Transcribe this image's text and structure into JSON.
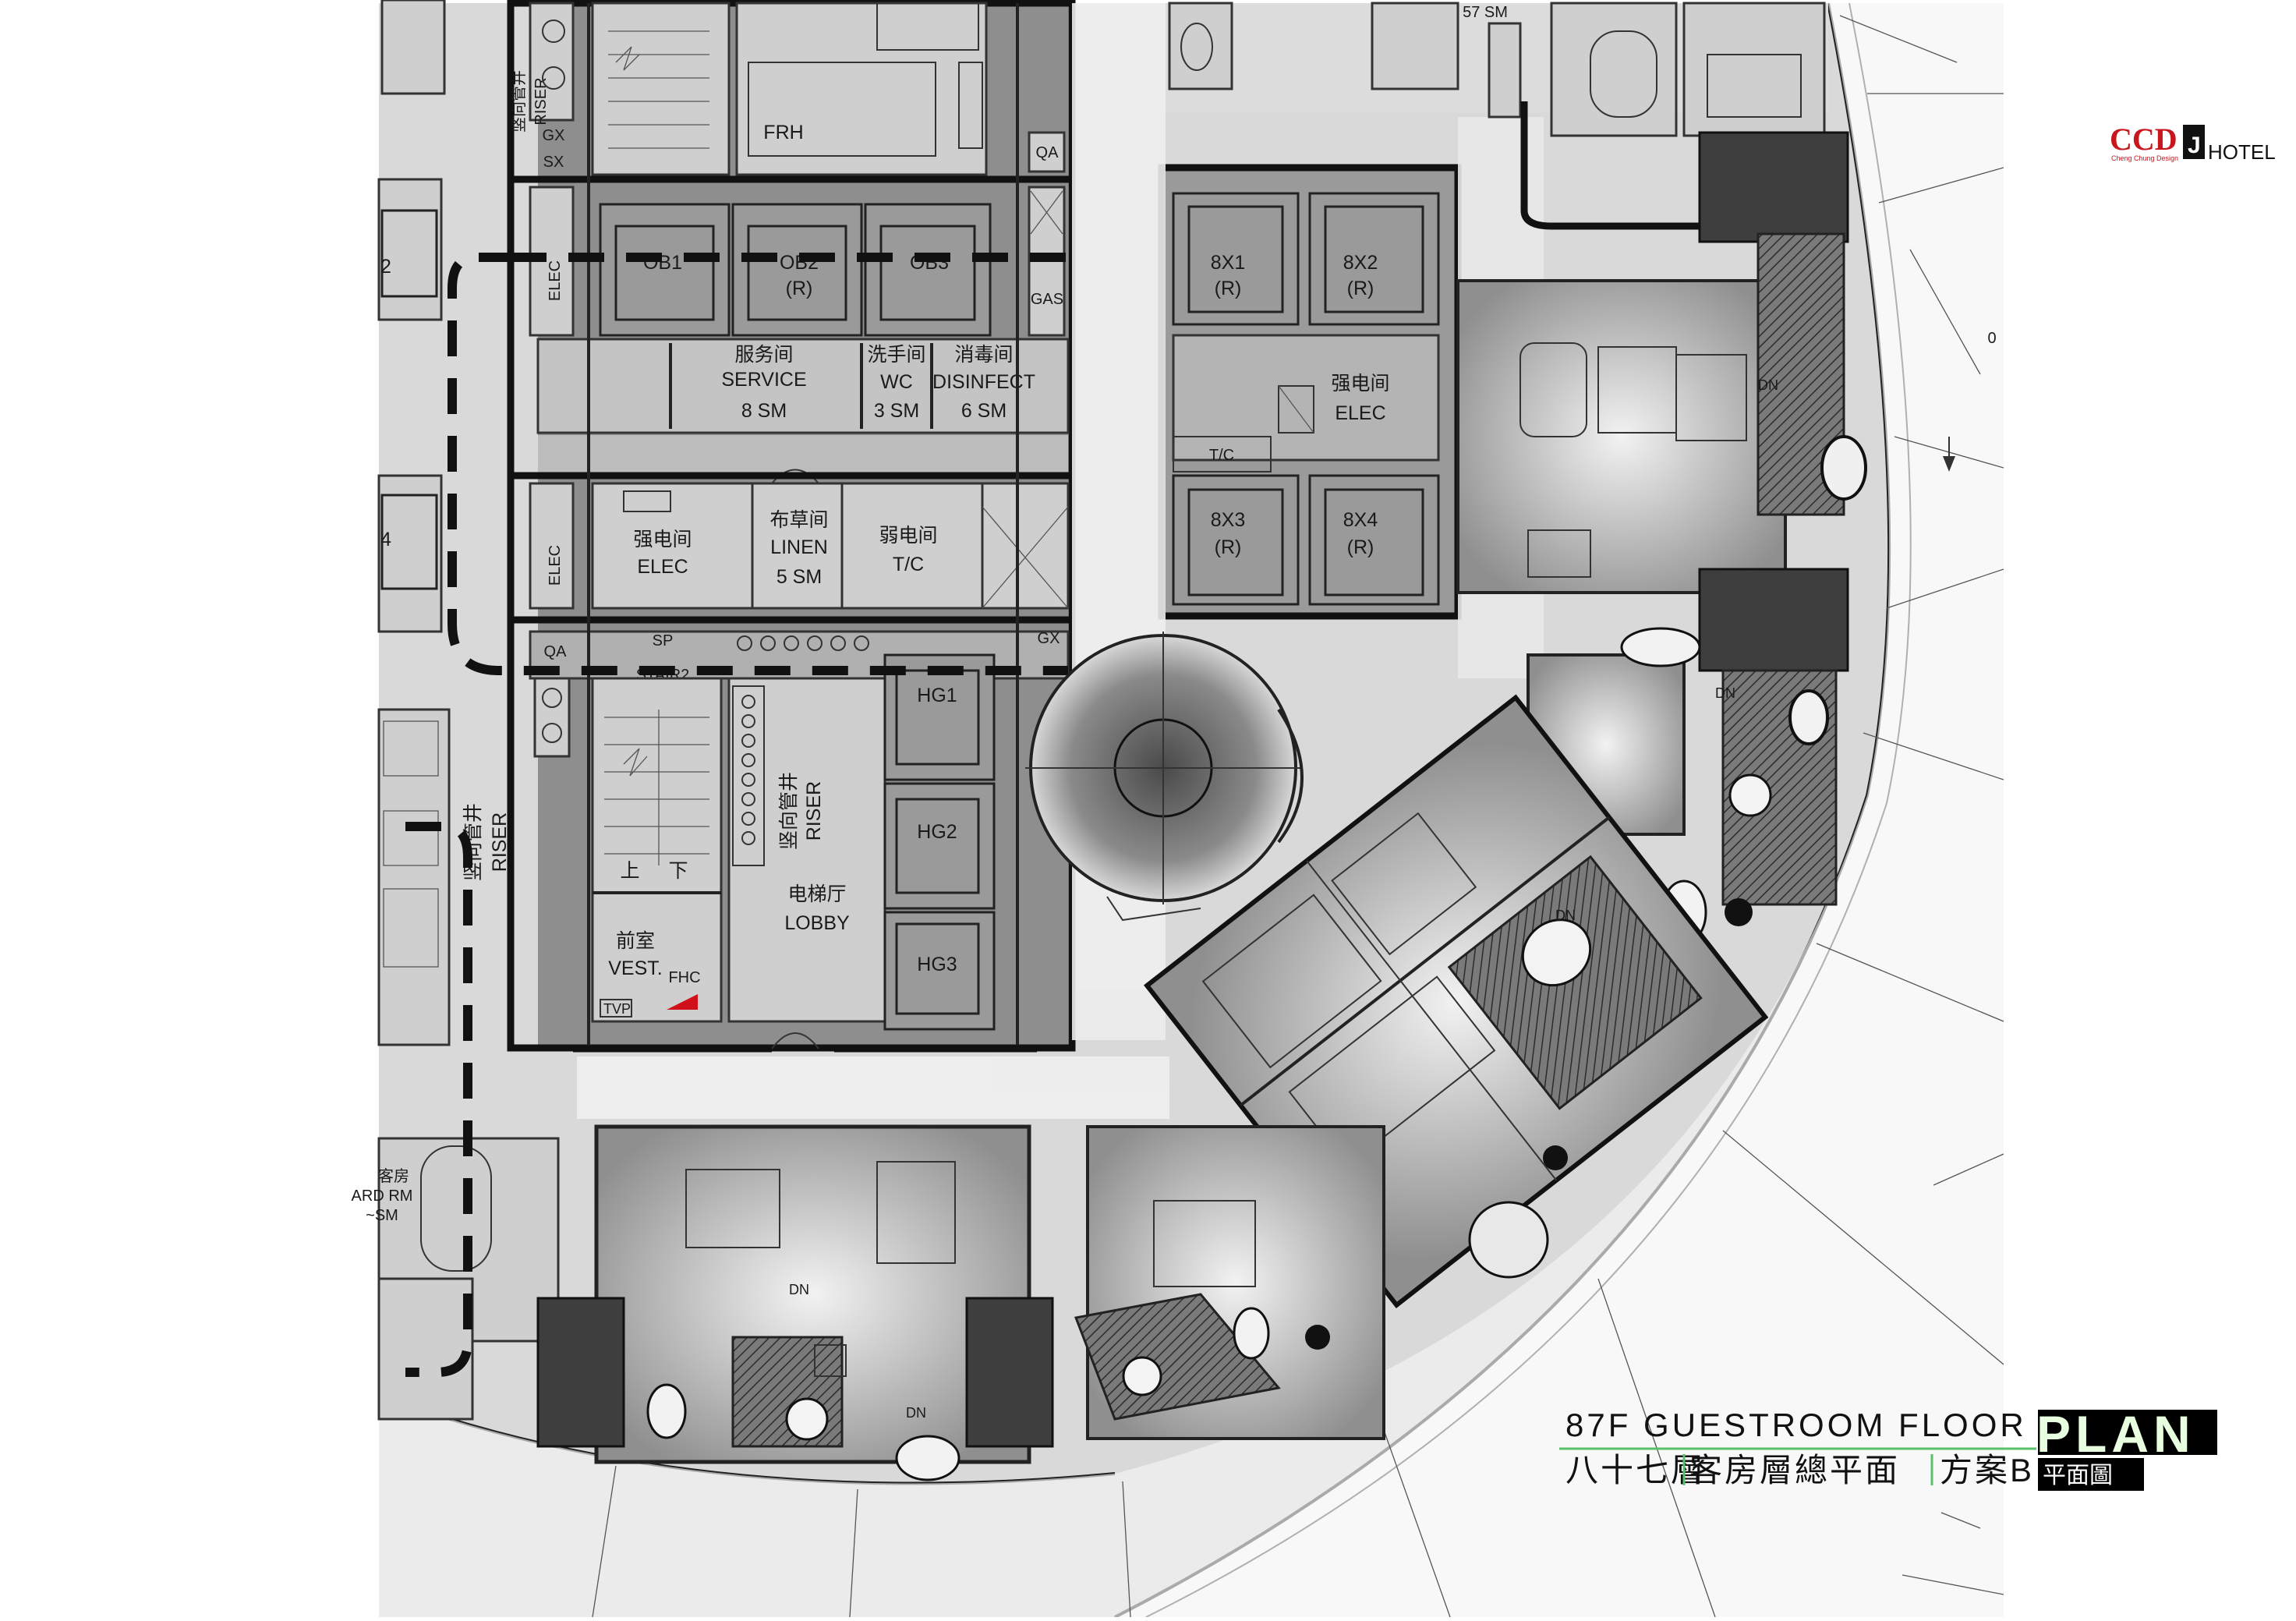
{
  "logo": {
    "brand": "CCD",
    "tagline": "Cheng Chung Design",
    "mark": "J",
    "hotel": "HOTEL"
  },
  "title": {
    "english": "87F GUESTROOM FLOOR",
    "chinese_floor": "八十七層",
    "chinese_plan": "客房層總平面",
    "scheme": "方案B",
    "plan_word": "PLAN",
    "plan_sub": "平面圖"
  },
  "rooms": {
    "riser_top": [
      "竖向管井",
      "RISER"
    ],
    "frh": "FRH",
    "gx_sx": [
      "GX",
      "SX"
    ],
    "qa_top": "QA",
    "elec_left": "ELEC",
    "ob1": "OB1",
    "ob2": [
      "OB2",
      "(R)"
    ],
    "ob3": "OB3",
    "gas": "GAS",
    "service": [
      "服务间",
      "SERVICE",
      "8 SM"
    ],
    "wc": [
      "洗手间",
      "WC",
      "3 SM"
    ],
    "disinfect": [
      "消毒间",
      "DISINFECT",
      "6 SM"
    ],
    "elec_left2": "ELEC",
    "elec_room": [
      "强电间",
      "ELEC"
    ],
    "linen": [
      "布草间",
      "LINEN",
      "5 SM"
    ],
    "tc_room": [
      "弱电间",
      "T/C"
    ],
    "qa_mid": "QA",
    "sp_stair": [
      "SP",
      "STAIR2"
    ],
    "gx_mid": "GX",
    "riser_mid": [
      "竖向管井",
      "RISER"
    ],
    "riser_left": [
      "竖向管井",
      "RISER"
    ],
    "hg1": "HG1",
    "hg2": "HG2",
    "hg3": "HG3",
    "up_down": [
      "上",
      "下"
    ],
    "lobby": [
      "电梯厅",
      "LOBBY"
    ],
    "vest": [
      "前室",
      "VEST."
    ],
    "fhc": "FHC",
    "tvp": "TVP",
    "car_8x1": [
      "8X1",
      "(R)"
    ],
    "car_8x2": [
      "8X2",
      "(R)"
    ],
    "car_8x3": [
      "8X3",
      "(R)"
    ],
    "car_8x4": [
      "8X4",
      "(R)"
    ],
    "elec_core": [
      "强电间",
      "ELEC"
    ],
    "tc_core": "T/C",
    "guest_left": [
      "客房",
      "ARD RM",
      "~SM"
    ],
    "side_2": "2",
    "side_4": "4",
    "dim_57": "57 SM",
    "edge_0": "0",
    "dn_marks": [
      "DN",
      "DN",
      "DN",
      "DN",
      "DN"
    ]
  },
  "colors": {
    "logo_red": "#c8161d",
    "plan_band": "#000000",
    "plan_text": "#e8ffe0",
    "fhc_marker": "#d0101a"
  }
}
